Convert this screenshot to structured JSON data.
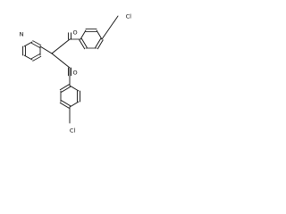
{
  "molecule": {
    "atoms": {
      "pyridine_n": "N",
      "ketone_o_top": "O",
      "ketone_o_bottom": "O",
      "chloro_top": "Cl",
      "chloro_bottom": "Cl"
    },
    "colors": {
      "bond": "#000000",
      "text": "#000000",
      "background": "#ffffff"
    }
  }
}
